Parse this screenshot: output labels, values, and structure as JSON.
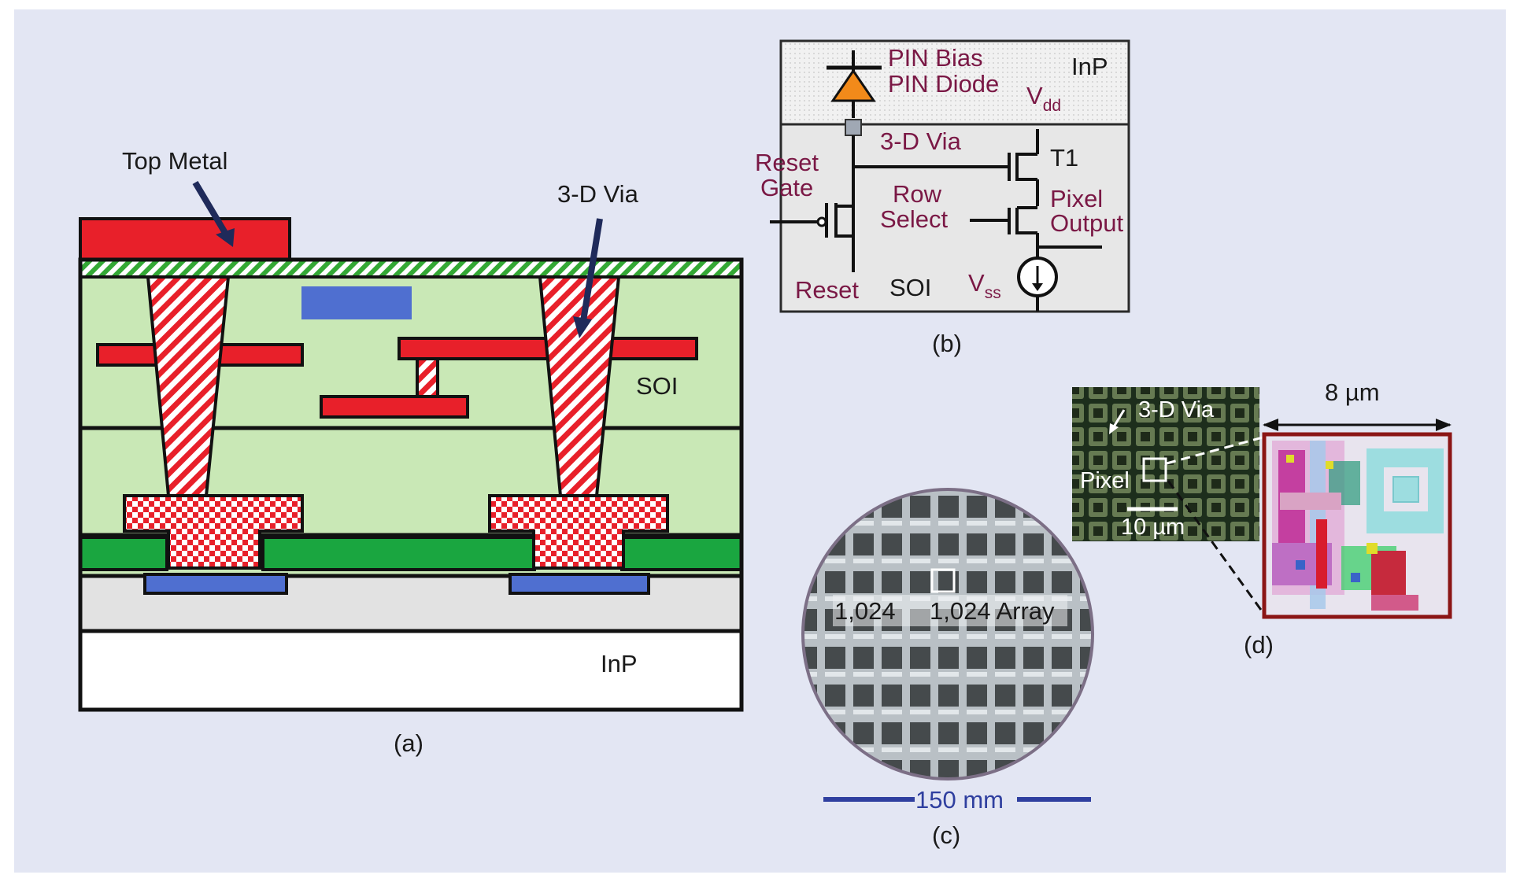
{
  "panel_a": {
    "caption": "(a)",
    "top_metal_label": "Top Metal",
    "via_label": "3-D Via",
    "soi_label": "SOI",
    "inp_label": "InP"
  },
  "panel_b": {
    "caption": "(b)",
    "pin_bias": "PIN Bias",
    "pin_diode": "PIN Diode",
    "inp": "InP",
    "vdd_main": "V",
    "vdd_sub": "dd",
    "via": "3-D Via",
    "t1": "T1",
    "reset_gate_line1": "Reset",
    "reset_gate_line2": "Gate",
    "row_select_line1": "Row",
    "row_select_line2": "Select",
    "pixel_output_line1": "Pixel",
    "pixel_output_line2": "Output",
    "reset": "Reset",
    "soi": "SOI",
    "vss_main": "V",
    "vss_sub": "ss"
  },
  "panel_c": {
    "caption": "(c)",
    "array_left": "1,024",
    "array_right": "1,024 Array",
    "scale": "150 mm"
  },
  "panel_d": {
    "caption": "(d)",
    "via": "3-D Via",
    "pixel": "Pixel",
    "scale_small": "10 µm",
    "scale_large": "8 µm"
  },
  "colors": {
    "background": "#e3e6f3",
    "metal_red": "#e8202a",
    "soi_green": "#c9e8b6",
    "bond_green": "#1aa640",
    "pad_blue": "#4f6fd0",
    "inp_gray": "#e2e2e2",
    "label_maroon": "#7a1845",
    "diode_orange": "#f28a1a"
  }
}
